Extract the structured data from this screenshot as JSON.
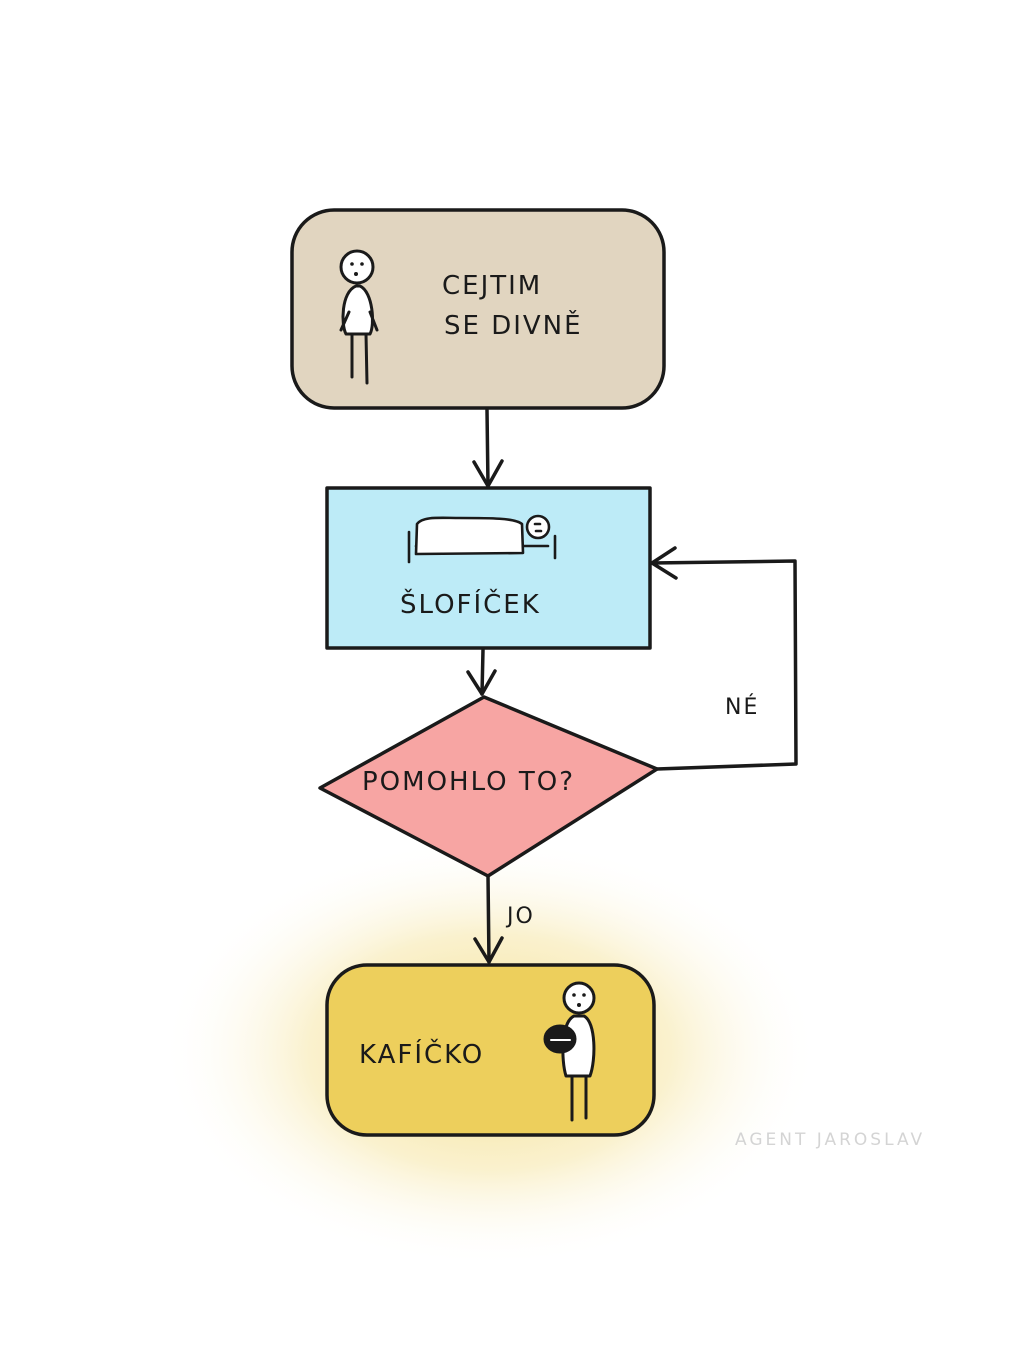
{
  "nodes": {
    "start": {
      "line1": "CEJTIM",
      "line2": "SE DIVNĚ",
      "fill": "#e1d5c0"
    },
    "nap": {
      "label": "ŠLOFÍČEK",
      "fill": "#bdebf7"
    },
    "decision": {
      "label": "POMOHLO TO?",
      "fill": "#f7a5a3"
    },
    "end": {
      "label": "KAFÍČKO",
      "fill": "#edcf5c"
    }
  },
  "edges": {
    "no_label": "NÉ",
    "yes_label": "JO"
  },
  "signature": "AGENT JAROSLAV",
  "colors": {
    "ink": "#1a1a1a",
    "glow": "#f3dc86"
  },
  "icons": [
    "standing-person-icon",
    "person-in-bed-icon",
    "person-with-coffee-icon"
  ]
}
